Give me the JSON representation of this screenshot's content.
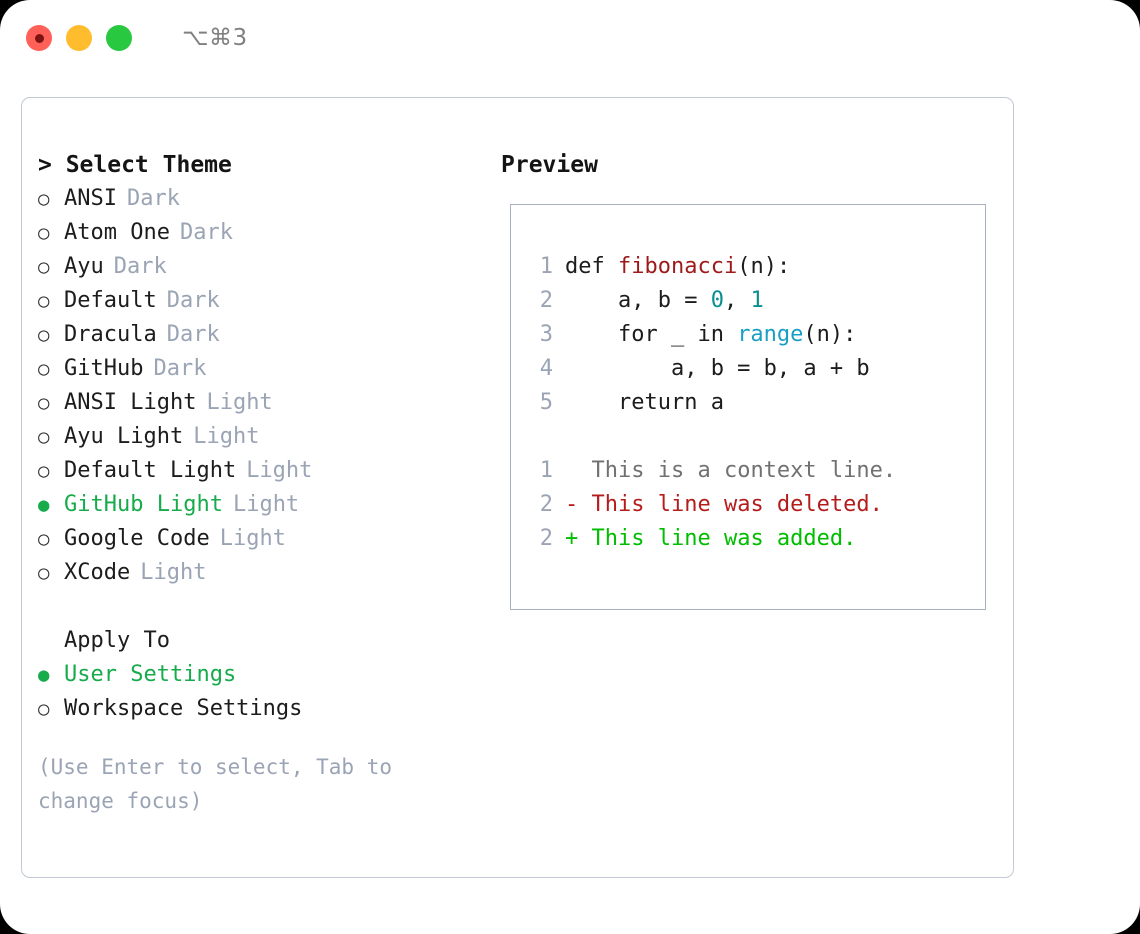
{
  "titlebar": {
    "shortcut": "⌥⌘3",
    "lights": [
      "close",
      "minimize",
      "maximize"
    ]
  },
  "left": {
    "header": "> Select Theme",
    "themes": [
      {
        "marker": "○",
        "name": "ANSI",
        "variant": "Dark",
        "selected": false
      },
      {
        "marker": "○",
        "name": "Atom One",
        "variant": "Dark",
        "selected": false
      },
      {
        "marker": "○",
        "name": "Ayu",
        "variant": "Dark",
        "selected": false
      },
      {
        "marker": "○",
        "name": "Default",
        "variant": "Dark",
        "selected": false
      },
      {
        "marker": "○",
        "name": "Dracula",
        "variant": "Dark",
        "selected": false
      },
      {
        "marker": "○",
        "name": "GitHub",
        "variant": "Dark",
        "selected": false
      },
      {
        "marker": "○",
        "name": "ANSI Light",
        "variant": "Light",
        "selected": false
      },
      {
        "marker": "○",
        "name": "Ayu Light",
        "variant": "Light",
        "selected": false
      },
      {
        "marker": "○",
        "name": "Default Light",
        "variant": "Light",
        "selected": false
      },
      {
        "marker": "●",
        "name": "GitHub Light",
        "variant": "Light",
        "selected": true
      },
      {
        "marker": "○",
        "name": "Google Code",
        "variant": "Light",
        "selected": false
      },
      {
        "marker": "○",
        "name": "XCode",
        "variant": "Light",
        "selected": false
      }
    ],
    "apply_to_title": "Apply To",
    "apply_to": [
      {
        "marker": "●",
        "name": "User Settings",
        "selected": true
      },
      {
        "marker": "○",
        "name": "Workspace Settings",
        "selected": false
      }
    ],
    "hint": "(Use Enter to select, Tab to change focus)"
  },
  "preview": {
    "title": "Preview",
    "code_lines": [
      {
        "no": "1",
        "segments": [
          {
            "text": "def ",
            "style": "plain"
          },
          {
            "text": "fibonacci",
            "style": "fn"
          },
          {
            "text": "(n):",
            "style": "plain"
          }
        ]
      },
      {
        "no": "2",
        "segments": [
          {
            "text": "    a, b = ",
            "style": "plain"
          },
          {
            "text": "0",
            "style": "num"
          },
          {
            "text": ", ",
            "style": "plain"
          },
          {
            "text": "1",
            "style": "num"
          }
        ]
      },
      {
        "no": "3",
        "segments": [
          {
            "text": "    for _ in ",
            "style": "plain"
          },
          {
            "text": "range",
            "style": "built"
          },
          {
            "text": "(n):",
            "style": "plain"
          }
        ]
      },
      {
        "no": "4",
        "segments": [
          {
            "text": "        a, b = b, a + b",
            "style": "plain"
          }
        ]
      },
      {
        "no": "5",
        "segments": [
          {
            "text": "    return a",
            "style": "plain"
          }
        ]
      }
    ],
    "diff_lines": [
      {
        "no": "1",
        "sign": "  ",
        "text": "This is a context line.",
        "style": "ctx"
      },
      {
        "no": "2",
        "sign": "- ",
        "text": "This line was deleted.",
        "style": "del"
      },
      {
        "no": "2",
        "sign": "+ ",
        "text": "This line was added.",
        "style": "add"
      }
    ]
  },
  "colors": {
    "selected_green": "#17ab4c",
    "muted": "#9aa4b4",
    "function_red": "#9e1a1a",
    "number_teal": "#0a8f8f",
    "builtin_blue": "#1a9fc4",
    "diff_delete": "#b51d1d",
    "diff_add": "#00bd00",
    "panel_border": "#c3c9d4",
    "code_border": "#a7b0bf"
  }
}
